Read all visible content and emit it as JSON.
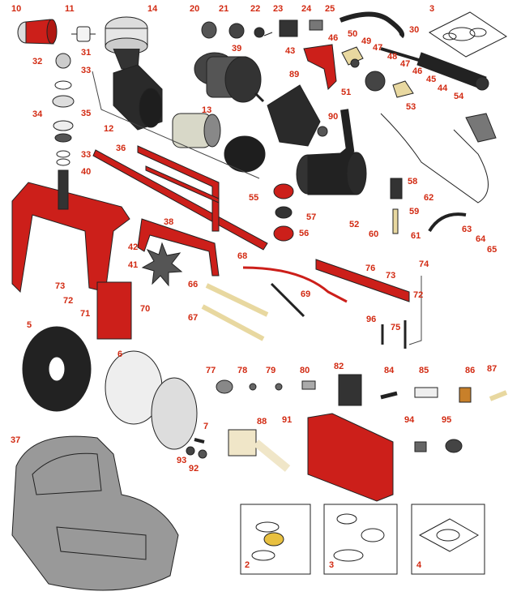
{
  "title": "Exploded parts diagram",
  "colors": {
    "label": "#d22a12",
    "red_part": "#cc1f1a",
    "line": "#222222"
  },
  "callouts": [
    {
      "id": "10",
      "text": "10"
    },
    {
      "id": "11",
      "text": "11"
    },
    {
      "id": "14",
      "text": "14"
    },
    {
      "id": "20",
      "text": "20"
    },
    {
      "id": "21",
      "text": "21"
    },
    {
      "id": "22",
      "text": "22"
    },
    {
      "id": "23",
      "text": "23"
    },
    {
      "id": "24",
      "text": "24"
    },
    {
      "id": "25",
      "text": "25"
    },
    {
      "id": "3a",
      "text": "3"
    },
    {
      "id": "46a",
      "text": "46"
    },
    {
      "id": "50",
      "text": "50"
    },
    {
      "id": "49",
      "text": "49"
    },
    {
      "id": "30",
      "text": "30"
    },
    {
      "id": "32",
      "text": "32"
    },
    {
      "id": "31",
      "text": "31"
    },
    {
      "id": "33a",
      "text": "33"
    },
    {
      "id": "39",
      "text": "39"
    },
    {
      "id": "43",
      "text": "43"
    },
    {
      "id": "47a",
      "text": "47"
    },
    {
      "id": "48",
      "text": "48"
    },
    {
      "id": "47b",
      "text": "47"
    },
    {
      "id": "46b",
      "text": "46"
    },
    {
      "id": "89",
      "text": "89"
    },
    {
      "id": "45",
      "text": "45"
    },
    {
      "id": "44",
      "text": "44"
    },
    {
      "id": "13",
      "text": "13"
    },
    {
      "id": "51",
      "text": "51"
    },
    {
      "id": "53",
      "text": "53"
    },
    {
      "id": "54",
      "text": "54"
    },
    {
      "id": "34",
      "text": "34"
    },
    {
      "id": "35",
      "text": "35"
    },
    {
      "id": "12",
      "text": "12"
    },
    {
      "id": "90",
      "text": "90"
    },
    {
      "id": "33b",
      "text": "33"
    },
    {
      "id": "36",
      "text": "36"
    },
    {
      "id": "40",
      "text": "40"
    },
    {
      "id": "58",
      "text": "58"
    },
    {
      "id": "55",
      "text": "55"
    },
    {
      "id": "62",
      "text": "62"
    },
    {
      "id": "59",
      "text": "59"
    },
    {
      "id": "57",
      "text": "57"
    },
    {
      "id": "52",
      "text": "52"
    },
    {
      "id": "38",
      "text": "38"
    },
    {
      "id": "56",
      "text": "56"
    },
    {
      "id": "63",
      "text": "63"
    },
    {
      "id": "60",
      "text": "60"
    },
    {
      "id": "61",
      "text": "61"
    },
    {
      "id": "64",
      "text": "64"
    },
    {
      "id": "65",
      "text": "65"
    },
    {
      "id": "42",
      "text": "42"
    },
    {
      "id": "68",
      "text": "68"
    },
    {
      "id": "41",
      "text": "41"
    },
    {
      "id": "76",
      "text": "76"
    },
    {
      "id": "74",
      "text": "74"
    },
    {
      "id": "66",
      "text": "66"
    },
    {
      "id": "73a",
      "text": "73"
    },
    {
      "id": "73b",
      "text": "73"
    },
    {
      "id": "69",
      "text": "69"
    },
    {
      "id": "72a",
      "text": "72"
    },
    {
      "id": "72b",
      "text": "72"
    },
    {
      "id": "71",
      "text": "71"
    },
    {
      "id": "70",
      "text": "70"
    },
    {
      "id": "67",
      "text": "67"
    },
    {
      "id": "5",
      "text": "5"
    },
    {
      "id": "96",
      "text": "96"
    },
    {
      "id": "75",
      "text": "75"
    },
    {
      "id": "6",
      "text": "6"
    },
    {
      "id": "77",
      "text": "77"
    },
    {
      "id": "78",
      "text": "78"
    },
    {
      "id": "79",
      "text": "79"
    },
    {
      "id": "80",
      "text": "80"
    },
    {
      "id": "82",
      "text": "82"
    },
    {
      "id": "84",
      "text": "84"
    },
    {
      "id": "85",
      "text": "85"
    },
    {
      "id": "86",
      "text": "86"
    },
    {
      "id": "87",
      "text": "87"
    },
    {
      "id": "88",
      "text": "88"
    },
    {
      "id": "91",
      "text": "91"
    },
    {
      "id": "7",
      "text": "7"
    },
    {
      "id": "94",
      "text": "94"
    },
    {
      "id": "95",
      "text": "95"
    },
    {
      "id": "37",
      "text": "37"
    },
    {
      "id": "93",
      "text": "93"
    },
    {
      "id": "92",
      "text": "92"
    },
    {
      "id": "2",
      "text": "2"
    },
    {
      "id": "3b",
      "text": "3"
    },
    {
      "id": "4",
      "text": "4"
    }
  ]
}
